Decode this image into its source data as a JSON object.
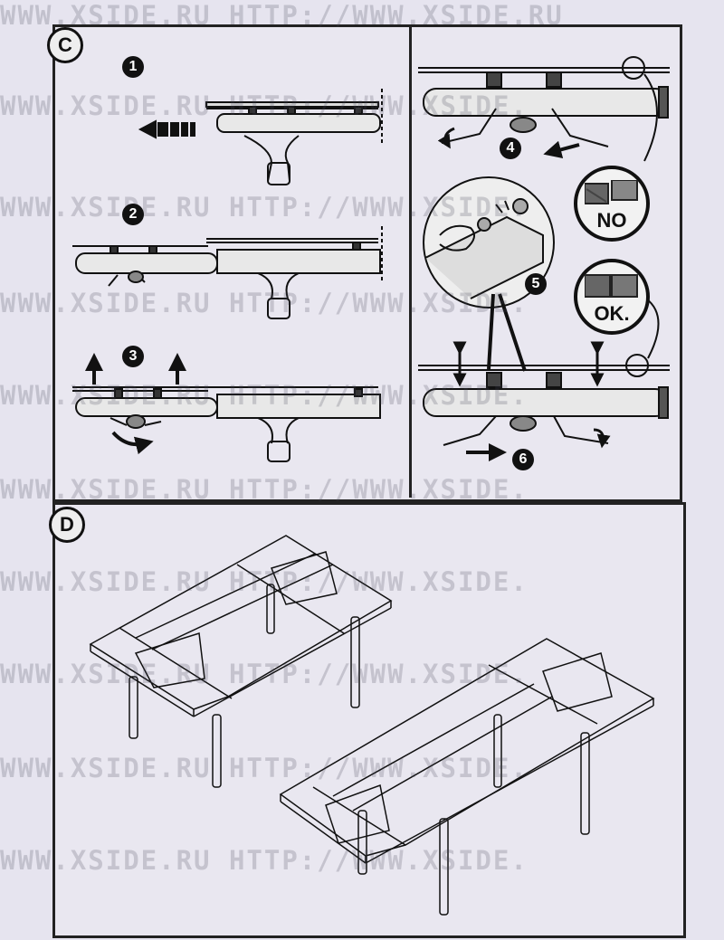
{
  "sections": {
    "c": {
      "letter": "C"
    },
    "d": {
      "letter": "D"
    }
  },
  "steps": [
    "1",
    "2",
    "3",
    "4",
    "5",
    "6"
  ],
  "status": {
    "no": "NO",
    "ok": "OK."
  },
  "watermark": {
    "lines": [
      "WWW.XSIDE.RU HTTP://WWW.XSIDE.RU",
      "WWW.XSIDE.RU HTTP://WWW.XSIDE.",
      "WWW.XSIDE.RU HTTP://WWW.XSIDE."
    ]
  },
  "colors": {
    "ink": "#111111",
    "paper": "#e6e4ef",
    "watermark": "#5a5a6e"
  }
}
